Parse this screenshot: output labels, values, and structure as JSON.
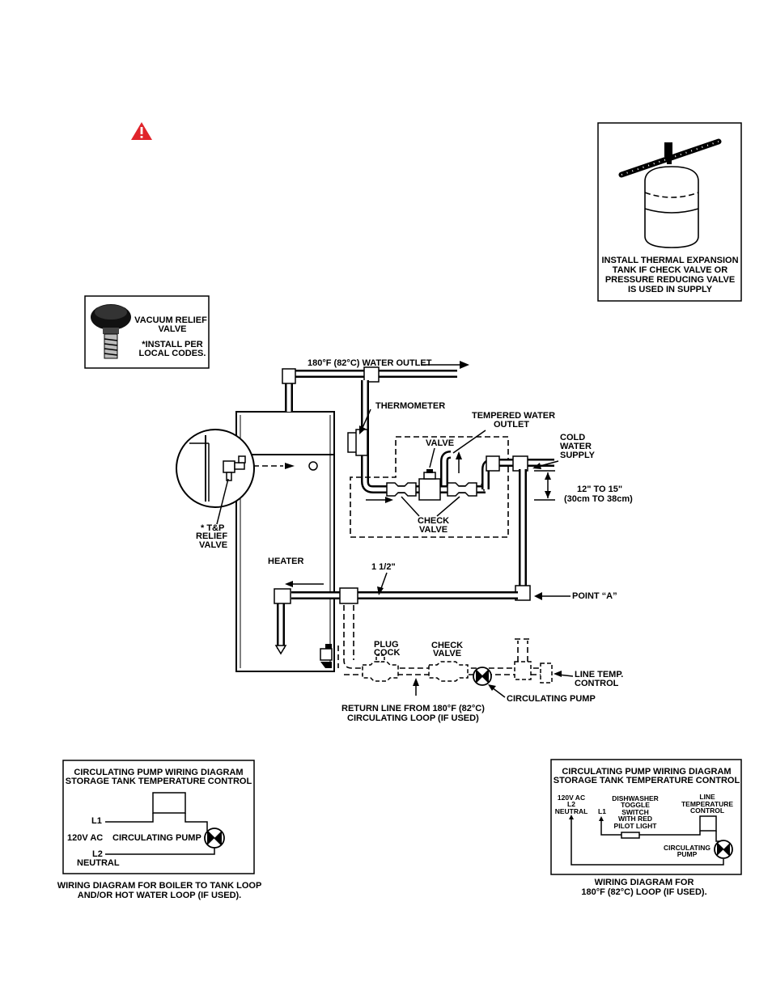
{
  "warning": {
    "icon": "warning-triangle-icon",
    "color": "#e0242b"
  },
  "expansion_tank": {
    "caption": [
      "INSTALL THERMAL EXPANSION",
      "TANK IF CHECK VALVE OR",
      "PRESSURE REDUCING VALVE",
      "IS USED IN SUPPLY"
    ]
  },
  "vacuum_relief": {
    "label": [
      "VACUUM RELIEF",
      "VALVE"
    ],
    "note": [
      "*INSTALL PER",
      "LOCAL CODES."
    ]
  },
  "piping": {
    "water_outlet": "180°F (82°C) WATER OUTLET",
    "thermometer": "THERMOMETER",
    "tempered_outlet": [
      "TEMPERED WATER",
      "OUTLET"
    ],
    "valve": "VALVE",
    "cold_supply": [
      "COLD",
      "WATER",
      "SUPPLY"
    ],
    "spacing": [
      "12\" TO 15\"",
      "(30cm TO 38cm)"
    ],
    "check_valve_upper": [
      "CHECK",
      "VALVE"
    ],
    "tp_relief": [
      "* T&P",
      "RELIEF",
      "VALVE"
    ],
    "heater": "HEATER",
    "pipe_size": "1 1/2\"",
    "point_a": "POINT “A”",
    "plug_cock": [
      "PLUG",
      "COCK"
    ],
    "check_valve_lower": [
      "CHECK",
      "VALVE"
    ],
    "line_temp": [
      "LINE TEMP.",
      "CONTROL"
    ],
    "circulating_pump": "CIRCULATING PUMP",
    "return_line": [
      "RETURN LINE FROM 180°F (82°C)",
      "CIRCULATING LOOP (IF USED)"
    ]
  },
  "wiring_left": {
    "title": [
      "CIRCULATING PUMP WIRING DIAGRAM",
      "STORAGE TANK TEMPERATURE CONTROL"
    ],
    "l1": "L1",
    "voltage": "120V AC",
    "pump": "CIRCULATING PUMP",
    "l2": "L2",
    "neutral": "NEUTRAL",
    "caption": [
      "WIRING DIAGRAM FOR BOILER TO TANK LOOP",
      "AND/OR HOT WATER LOOP (IF USED)."
    ]
  },
  "wiring_right": {
    "title": [
      "CIRCULATING PUMP WIRING DIAGRAM",
      "STORAGE TANK TEMPERATURE CONTROL"
    ],
    "supply": [
      "120V AC",
      "L2",
      "NEUTRAL"
    ],
    "l1": "L1",
    "switch": [
      "DISHWASHER",
      "TOGGLE",
      "SWITCH",
      "WITH RED",
      "PILOT LIGHT"
    ],
    "line_temp": [
      "LINE",
      "TEMPERATURE",
      "CONTROL"
    ],
    "pump": [
      "CIRCULATING",
      "PUMP"
    ],
    "caption": [
      "WIRING DIAGRAM FOR",
      "180°F (82°C) LOOP (IF USED)."
    ]
  }
}
